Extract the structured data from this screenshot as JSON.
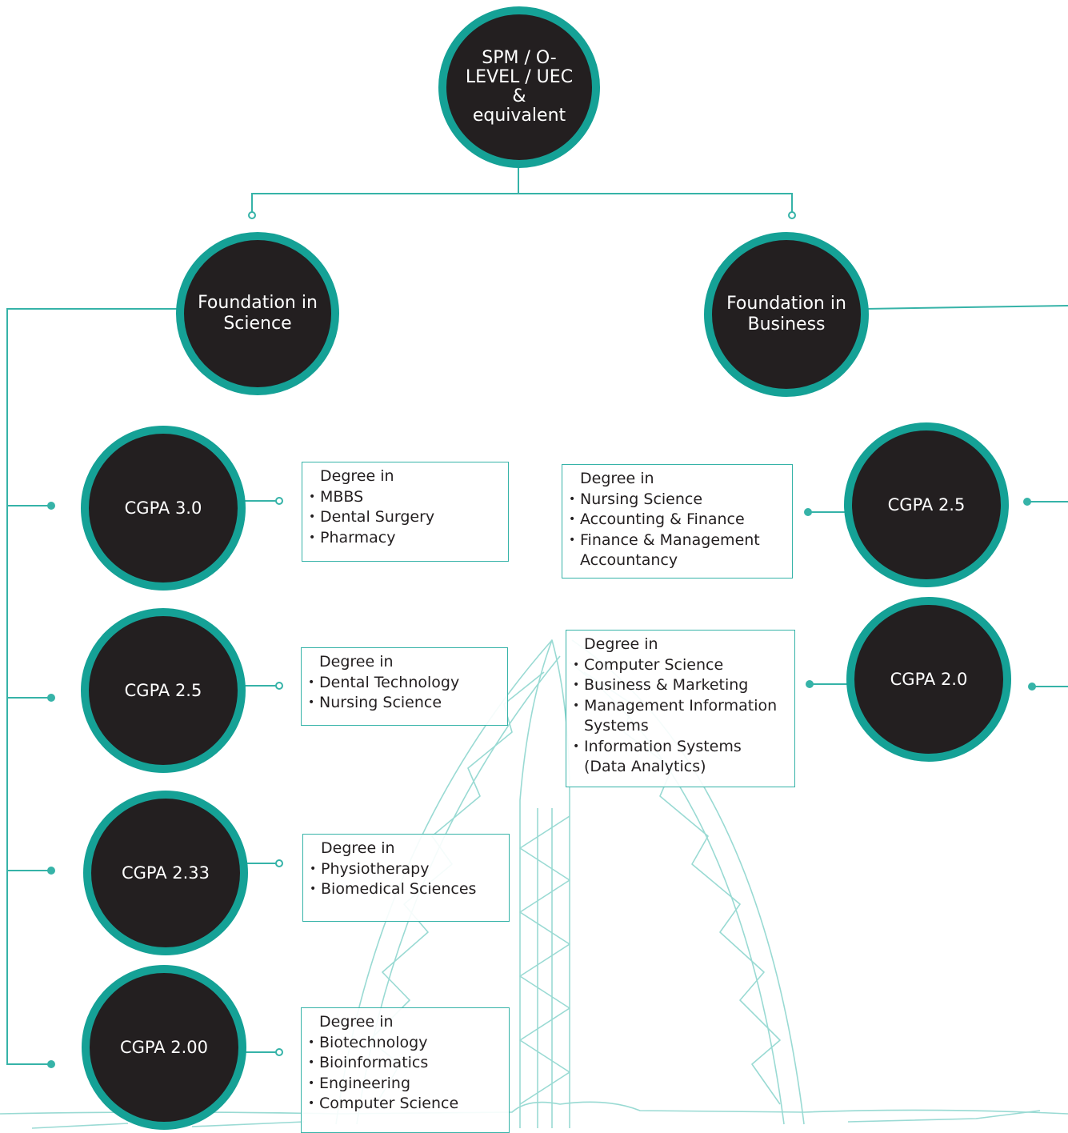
{
  "nodes": {
    "root": "SPM / O-LEVEL / UEC & equivalent",
    "science": "Foundation in Science",
    "business": "Foundation in Business",
    "sci_cgpa_1": "CGPA 3.0",
    "sci_cgpa_2": "CGPA 2.5",
    "sci_cgpa_3": "CGPA 2.33",
    "sci_cgpa_4": "CGPA 2.00",
    "bus_cgpa_1": "CGPA 2.5",
    "bus_cgpa_2": "CGPA 2.0"
  },
  "boxes": {
    "sci_1": {
      "heading": "Degree in",
      "items": [
        "MBBS",
        "Dental Surgery",
        "Pharmacy"
      ]
    },
    "sci_2": {
      "heading": "Degree in",
      "items": [
        "Dental Technology",
        "Nursing Science"
      ]
    },
    "sci_3": {
      "heading": "Degree in",
      "items": [
        "Physiotherapy",
        "Biomedical Sciences"
      ]
    },
    "sci_4": {
      "heading": "Degree in",
      "items": [
        "Biotechnology",
        "Bioinformatics",
        "Engineering",
        "Computer Science"
      ]
    },
    "bus_1": {
      "heading": "Degree in",
      "items": [
        "Nursing Science",
        "Accounting & Finance",
        "Finance & Management Accountancy"
      ]
    },
    "bus_2": {
      "heading": "Degree in",
      "items": [
        "Computer Science",
        "Business & Marketing",
        "Management Information Systems",
        "Information Systems (Data Analytics)"
      ]
    }
  },
  "colors": {
    "teal": "#15a196",
    "line": "#36b3a8",
    "node_fill": "#231f20",
    "text_light": "#ffffff",
    "sketch": "#8fd6cf"
  }
}
